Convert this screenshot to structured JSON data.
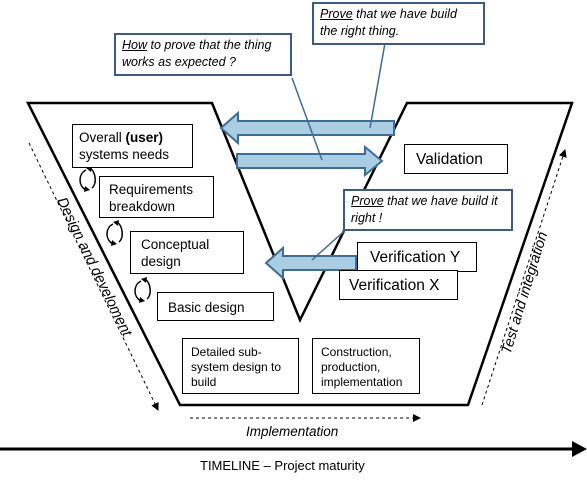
{
  "callouts": {
    "prove_right_thing": {
      "verb": "Prove",
      "rest": " that we have build",
      "line2": "the right thing."
    },
    "how_to_prove": {
      "verb": "How",
      "rest": " to prove that the thing",
      "line2": "works as expected ?"
    },
    "prove_built_right": {
      "verb": "Prove",
      "rest": " that we have build it",
      "line2": "right !"
    }
  },
  "left_boxes": {
    "overall": {
      "line1_pre": "Overall ",
      "line1_bold": "(user)",
      "line2": "systems needs"
    },
    "requirements": {
      "line1": "Requirements",
      "line2": "breakdown"
    },
    "conceptual": {
      "line1": "Conceptual",
      "line2": "design"
    },
    "basic": {
      "line1": "Basic design"
    }
  },
  "right_boxes": {
    "validation": "Validation",
    "verification_y": "Verification Y",
    "verification_x": "Verification X"
  },
  "bottom_boxes": {
    "detailed": {
      "line1": "Detailed sub-",
      "line2": "system design to",
      "line3": "build"
    },
    "construction": {
      "line1": "Construction,",
      "line2": "production,",
      "line3": "implementation"
    }
  },
  "side_labels": {
    "left": "Design and develoment",
    "right": "Test and integration",
    "bottom": "Implementation"
  },
  "timeline": "TIMELINE – Project maturity",
  "colors": {
    "arrow_fill": "#a9cde3",
    "arrow_stroke": "#3d6d96",
    "callout_border": "#3b5b86",
    "pointer_line": "#3d6d96"
  }
}
